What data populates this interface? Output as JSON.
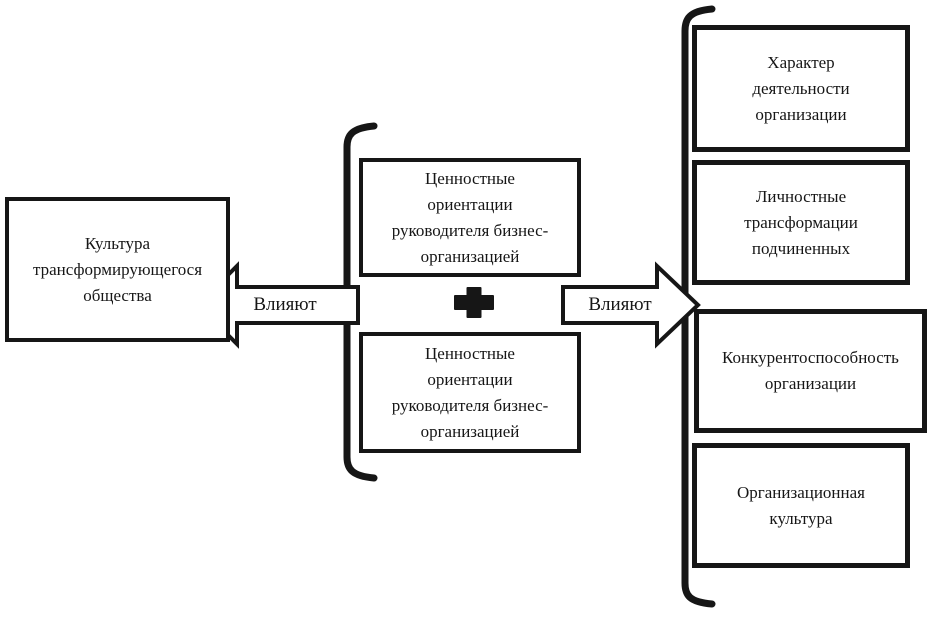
{
  "diagram": {
    "title": "Influence of leader value orientations diagram",
    "left_box": {
      "text": "Культура\nтрансформирующегося\nобщества"
    },
    "center_boxes": [
      {
        "text": "Ценностные\nориентации\nруководителя бизнес-\nорганизацией"
      },
      {
        "text": "Ценностные\nориентации\nруководителя бизнес-\nорганизацией"
      }
    ],
    "right_boxes": [
      {
        "text": "Характер\nдеятельности\nорганизации"
      },
      {
        "text": "Личностные\nтрансформации\nподчиненных"
      },
      {
        "text": "Конкурентоспособность\nорганизации"
      },
      {
        "text": "Организационная\nкультура"
      }
    ],
    "left_arrow_label": "Влияют",
    "right_arrow_label": "Влияют",
    "plus_symbol": "+",
    "colors": {
      "ink": "#161616",
      "background": "#ffffff"
    }
  }
}
